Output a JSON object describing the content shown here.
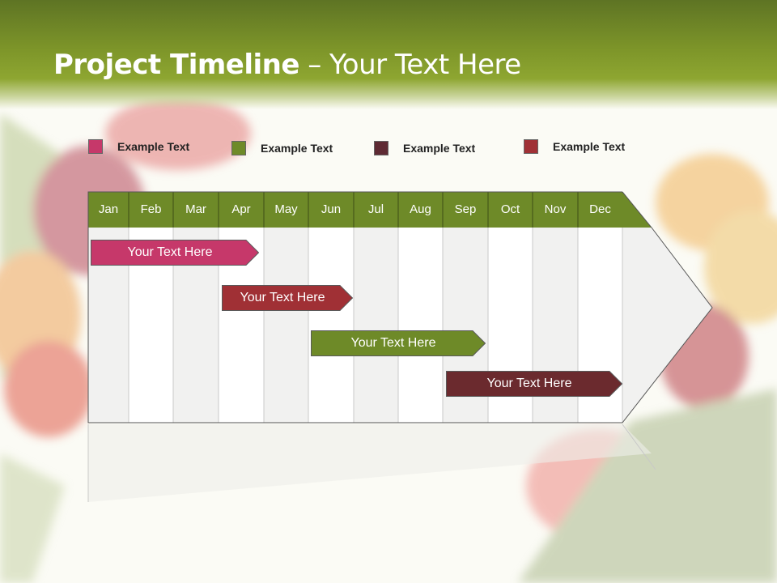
{
  "title": {
    "bold": "Project Timeline",
    "rest": " – Your Text Here"
  },
  "legend": [
    {
      "label": "Example Text",
      "color": "#c6386a"
    },
    {
      "label": "Example Text",
      "color": "#6e8a28"
    },
    {
      "label": "Example Text",
      "color": "#5e2a33"
    },
    {
      "label": "Example Text",
      "color": "#a03035"
    }
  ],
  "months": [
    "Jan",
    "Feb",
    "Mar",
    "Apr",
    "May",
    "Jun",
    "Jul",
    "Aug",
    "Sep",
    "Oct",
    "Nov",
    "Dec"
  ],
  "bars": [
    {
      "label": "Your  Text Here",
      "color": "#c6386a"
    },
    {
      "label": "Your  Text Here",
      "color": "#a03035"
    },
    {
      "label": "Your  Text Here",
      "color": "#6e8a28"
    },
    {
      "label": "Your  Text Here",
      "color": "#6b2a2e"
    }
  ],
  "colors": {
    "header_green": "#7d9529",
    "month_green": "#6e8a28"
  }
}
